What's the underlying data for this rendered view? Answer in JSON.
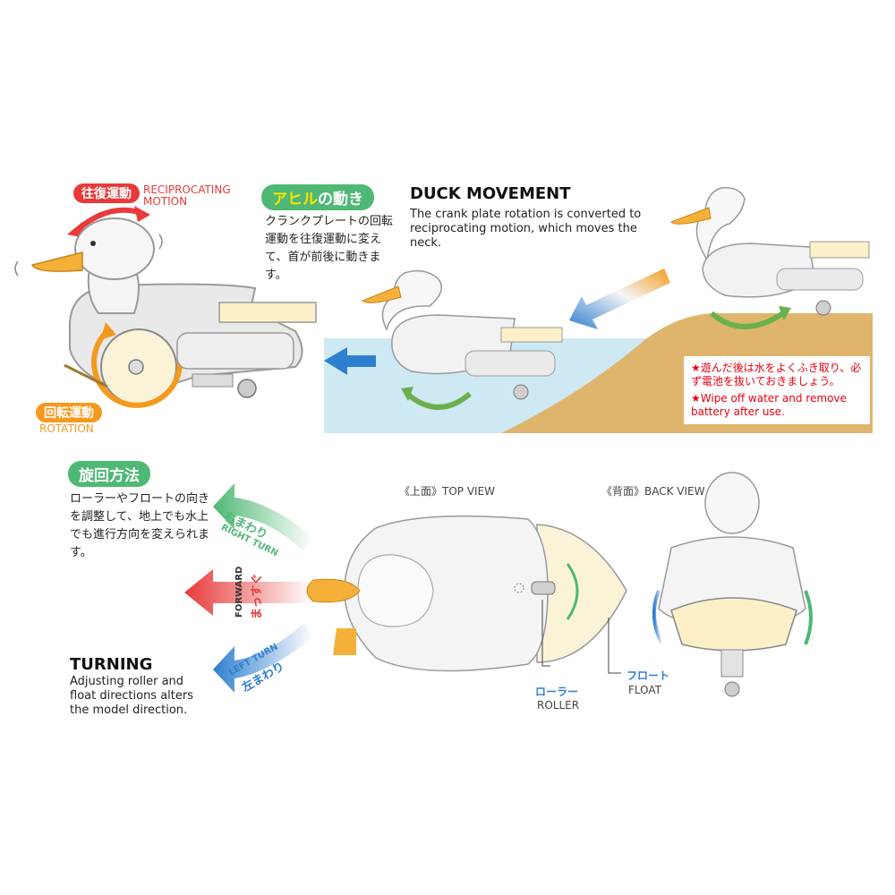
{
  "top_left": {
    "reciprocating_jp": "往復運動",
    "reciprocating_en": "RECIPROCATING MOTION",
    "rotation_jp": "回転運動",
    "rotation_en": "ROTATION"
  },
  "duck_movement": {
    "badge_jp_prefix": "アヒル",
    "badge_jp_suffix": "の動き",
    "body_jp": "クランクプレートの回転運動を往復運動に変えて、首が前後に動きます。",
    "heading": "DUCK MOVEMENT",
    "body_en": "The crank plate rotation is converted to reciprocating motion, which moves the neck."
  },
  "note": {
    "jp": "★遊んだ後は水をよくふき取り、必ず電池を抜いておきましょう。",
    "en": "★Wipe off water and remove battery after use."
  },
  "turning": {
    "badge_jp": "旋回方法",
    "body_jp": "ローラーやフロートの向きを調整して、地上でも水上でも進行方向を変えられます。",
    "heading": "TURNING",
    "body_en": "Adjusting roller and float directions alters the model direction.",
    "right_turn_jp": "右まわり",
    "right_turn_en": "RIGHT TURN",
    "forward_jp": "まっすぐ",
    "forward_en": "FORWARD",
    "left_turn_jp": "左まわり",
    "left_turn_en": "LEFT TURN",
    "top_view": "《上面》TOP VIEW",
    "back_view": "《背面》BACK VIEW",
    "roller_jp": "ローラー",
    "roller_en": "ROLLER",
    "float_jp": "フロート",
    "float_en": "FLOAT"
  },
  "colors": {
    "green": "#4fb874",
    "red": "#e83a3a",
    "orange": "#f39a1e",
    "blue": "#2f7fd0",
    "water": "#cfe9f4",
    "sand": "#dfb56d",
    "cream": "#fbf7e6"
  }
}
